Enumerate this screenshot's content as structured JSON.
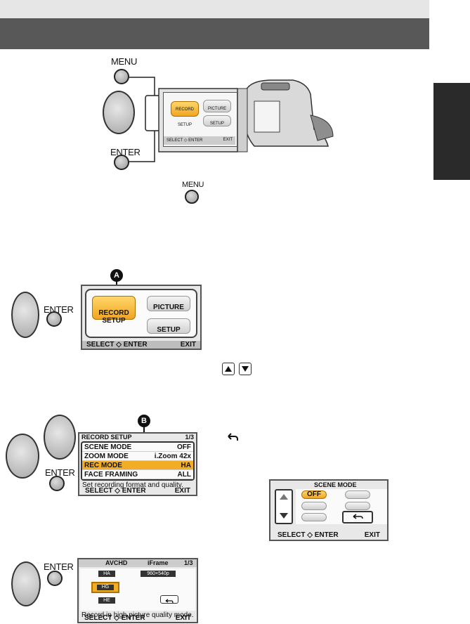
{
  "buttons": {
    "menu_label": "MENU",
    "enter_label": "ENTER",
    "inline_menu_label": "MENU"
  },
  "camera_screen": {
    "tiles": {
      "record_setup": "RECORD SETUP",
      "picture": "PICTURE",
      "setup": "SETUP"
    },
    "select_enter": "SELECT ◇ ENTER",
    "exit": "EXIT"
  },
  "step2": {
    "marker": "A",
    "tiles": {
      "record_setup": "RECORD SETUP",
      "picture": "PICTURE",
      "setup": "SETUP"
    },
    "select_enter": "SELECT ◇ ENTER",
    "exit": "EXIT"
  },
  "step3": {
    "marker": "B",
    "header_title": "RECORD SETUP",
    "page": "1/3",
    "rows": [
      {
        "label": "SCENE MODE",
        "value": "OFF"
      },
      {
        "label": "ZOOM MODE",
        "value": "i.Zoom 42x"
      },
      {
        "label": "REC MODE",
        "value": "HA"
      },
      {
        "label": "FACE FRAMING",
        "value": "ALL"
      }
    ],
    "hint": "Set recording format and quality.",
    "select_enter": "SELECT ◇ ENTER",
    "exit": "EXIT"
  },
  "scene_mode": {
    "title": "SCENE MODE",
    "off": "OFF",
    "select_enter": "SELECT ◇ ENTER",
    "exit": "EXIT"
  },
  "step4": {
    "tab_avchd": "AVCHD",
    "tab_iframe": "iFrame",
    "page": "1/3",
    "opt_ha": "HA",
    "opt_hg": "HG",
    "opt_he": "HE",
    "opt_iframe": "960×540p",
    "hint": "Record in high picture quality mode.",
    "select_enter": "SELECT ◇ ENTER",
    "exit": "EXIT"
  }
}
